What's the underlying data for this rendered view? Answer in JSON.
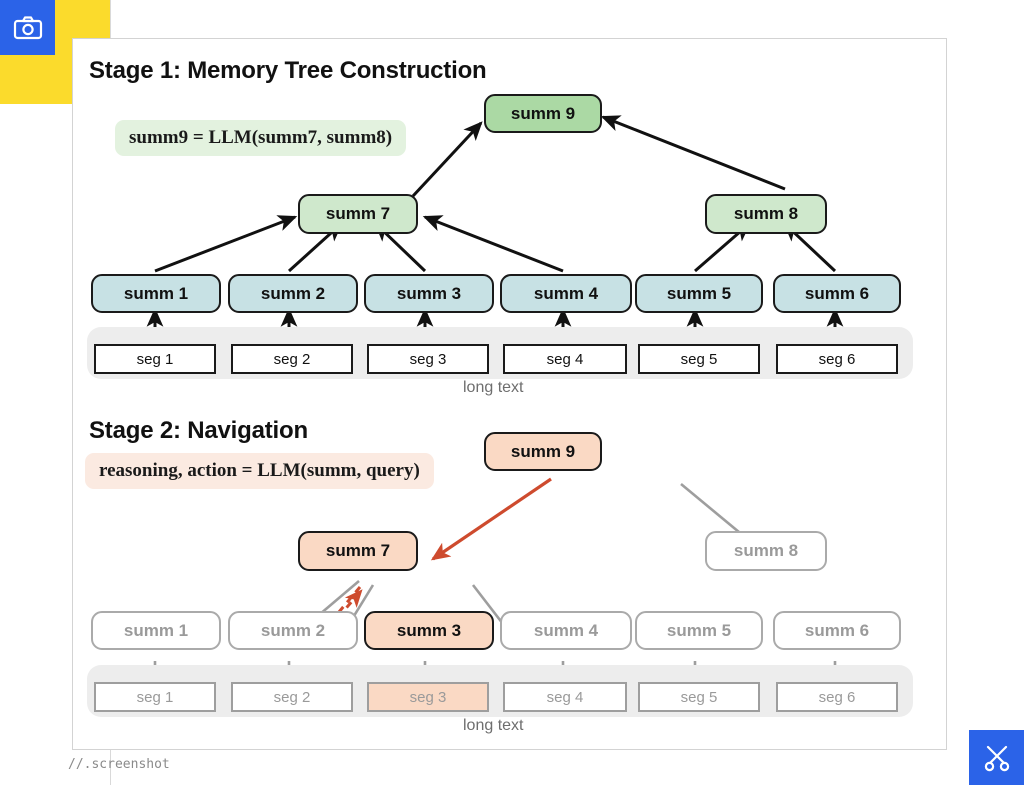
{
  "page": {
    "caption": "//.screenshot",
    "accent_blue": "#2B63E8",
    "accent_yellow": "#FBDB2C",
    "icons": {
      "camera": "camera-icon",
      "scissors": "scissors-icon"
    }
  },
  "figure": {
    "stage1": {
      "title": "Stage 1: Memory Tree Construction",
      "formula": "summ9 = LLM(summ7, summ8)",
      "formula_bg": "#E3F2DF",
      "band_label": "long text",
      "root": {
        "label": "summ 9",
        "color": "#ABD9A4"
      },
      "mid": [
        {
          "label": "summ 7",
          "color": "#CFE8CC"
        },
        {
          "label": "summ 8",
          "color": "#CFE8CC"
        }
      ],
      "leaves": [
        {
          "label": "summ 1",
          "color": "#C7E1E4"
        },
        {
          "label": "summ 2",
          "color": "#C7E1E4"
        },
        {
          "label": "summ 3",
          "color": "#C7E1E4"
        },
        {
          "label": "summ 4",
          "color": "#C7E1E4"
        },
        {
          "label": "summ 5",
          "color": "#C7E1E4"
        },
        {
          "label": "summ 6",
          "color": "#C7E1E4"
        }
      ],
      "segments": [
        "seg 1",
        "seg 2",
        "seg 3",
        "seg 4",
        "seg 5",
        "seg 6"
      ]
    },
    "stage2": {
      "title": "Stage 2: Navigation",
      "formula": "reasoning, action = LLM(summ, query)",
      "formula_bg": "#FBEAE1",
      "band_label": "long text",
      "highlight_color": "#FAD9C4",
      "arrow_color": "#CE4B2E",
      "dim_color": "#9A9A9A",
      "root": {
        "label": "summ 9",
        "state": "active"
      },
      "mid": [
        {
          "label": "summ 7",
          "state": "active"
        },
        {
          "label": "summ 8",
          "state": "dim"
        }
      ],
      "leaves": [
        {
          "label": "summ 1",
          "state": "dim"
        },
        {
          "label": "summ 2",
          "state": "dim"
        },
        {
          "label": "summ 3",
          "state": "active"
        },
        {
          "label": "summ 4",
          "state": "dim"
        },
        {
          "label": "summ 5",
          "state": "dim"
        },
        {
          "label": "summ 6",
          "state": "dim"
        }
      ],
      "segments": [
        {
          "label": "seg 1",
          "state": "dim"
        },
        {
          "label": "seg 2",
          "state": "dim"
        },
        {
          "label": "seg 3",
          "state": "active"
        },
        {
          "label": "seg 4",
          "state": "dim"
        },
        {
          "label": "seg 5",
          "state": "dim"
        },
        {
          "label": "seg 6",
          "state": "dim"
        }
      ]
    }
  }
}
